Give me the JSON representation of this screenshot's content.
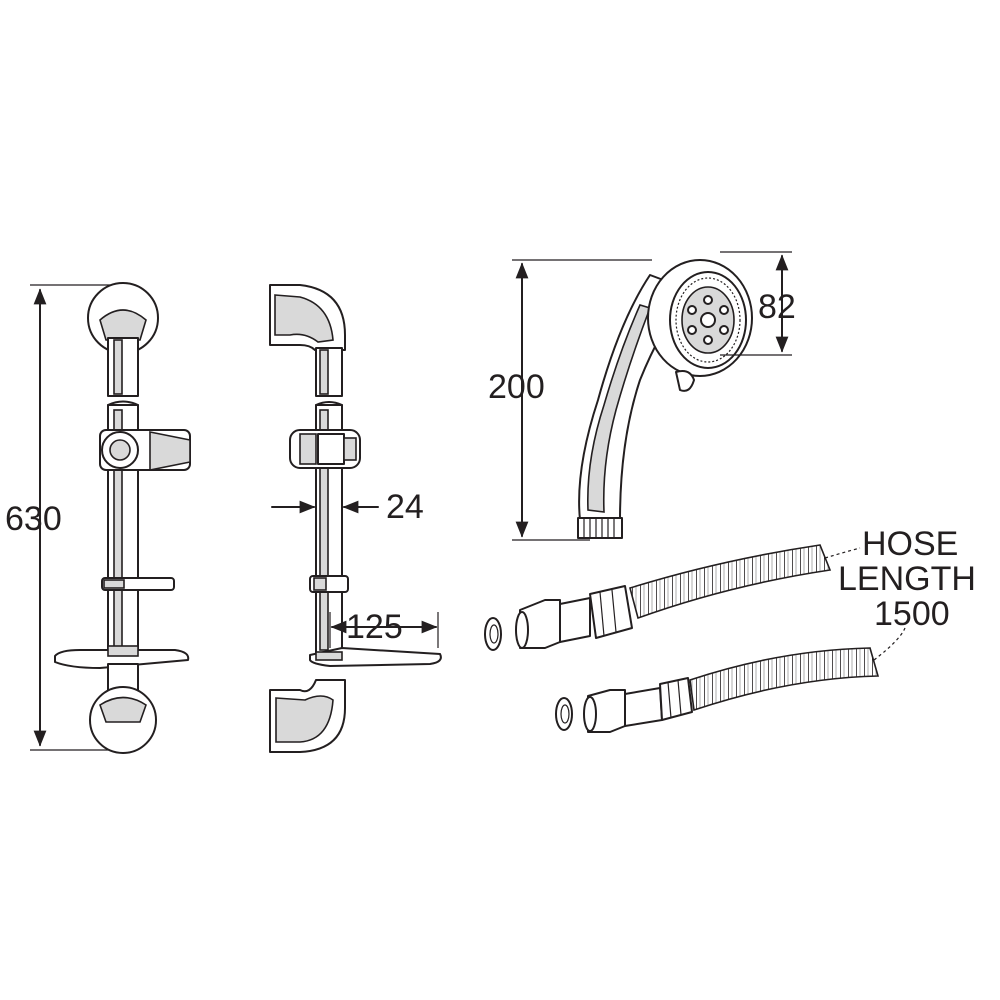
{
  "dimensions": {
    "rail_length": "630",
    "rail_diameter": "24",
    "soap_dish_depth": "125",
    "handset_length": "200",
    "handset_head_diameter": "82"
  },
  "hose_label": {
    "line1": "HOSE",
    "line2": "LENGTH",
    "line3": "1500"
  }
}
